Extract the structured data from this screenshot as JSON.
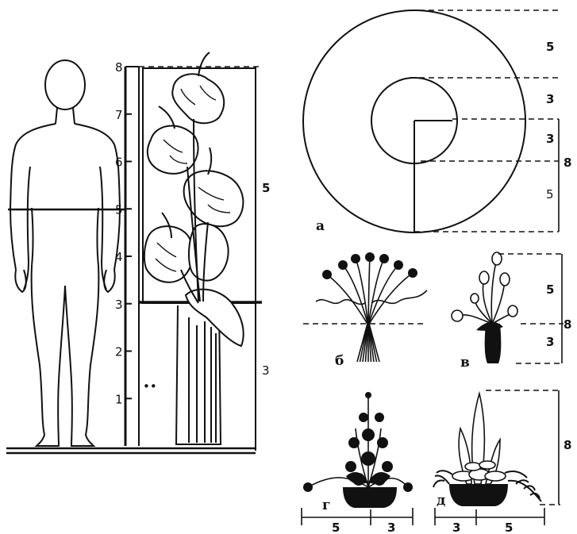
{
  "scale": {
    "ticks": [
      "1",
      "2",
      "3",
      "4",
      "5",
      "6",
      "7",
      "8"
    ],
    "extra_mark": "••"
  },
  "tall_arrangement": {
    "upper_ratio": "5",
    "lower_ratio": "3"
  },
  "panel_a": {
    "label": "а",
    "ratios": [
      "5",
      "3",
      "3",
      "5"
    ],
    "total": "8"
  },
  "panel_b": {
    "label": "б"
  },
  "panel_v": {
    "label": "в",
    "ratios": [
      "5",
      "3"
    ],
    "total": "8"
  },
  "panel_g": {
    "label": "г",
    "ratios": [
      "5",
      "3"
    ]
  },
  "panel_d": {
    "label": "д",
    "ratios": [
      "3",
      "5"
    ],
    "total": "8"
  }
}
